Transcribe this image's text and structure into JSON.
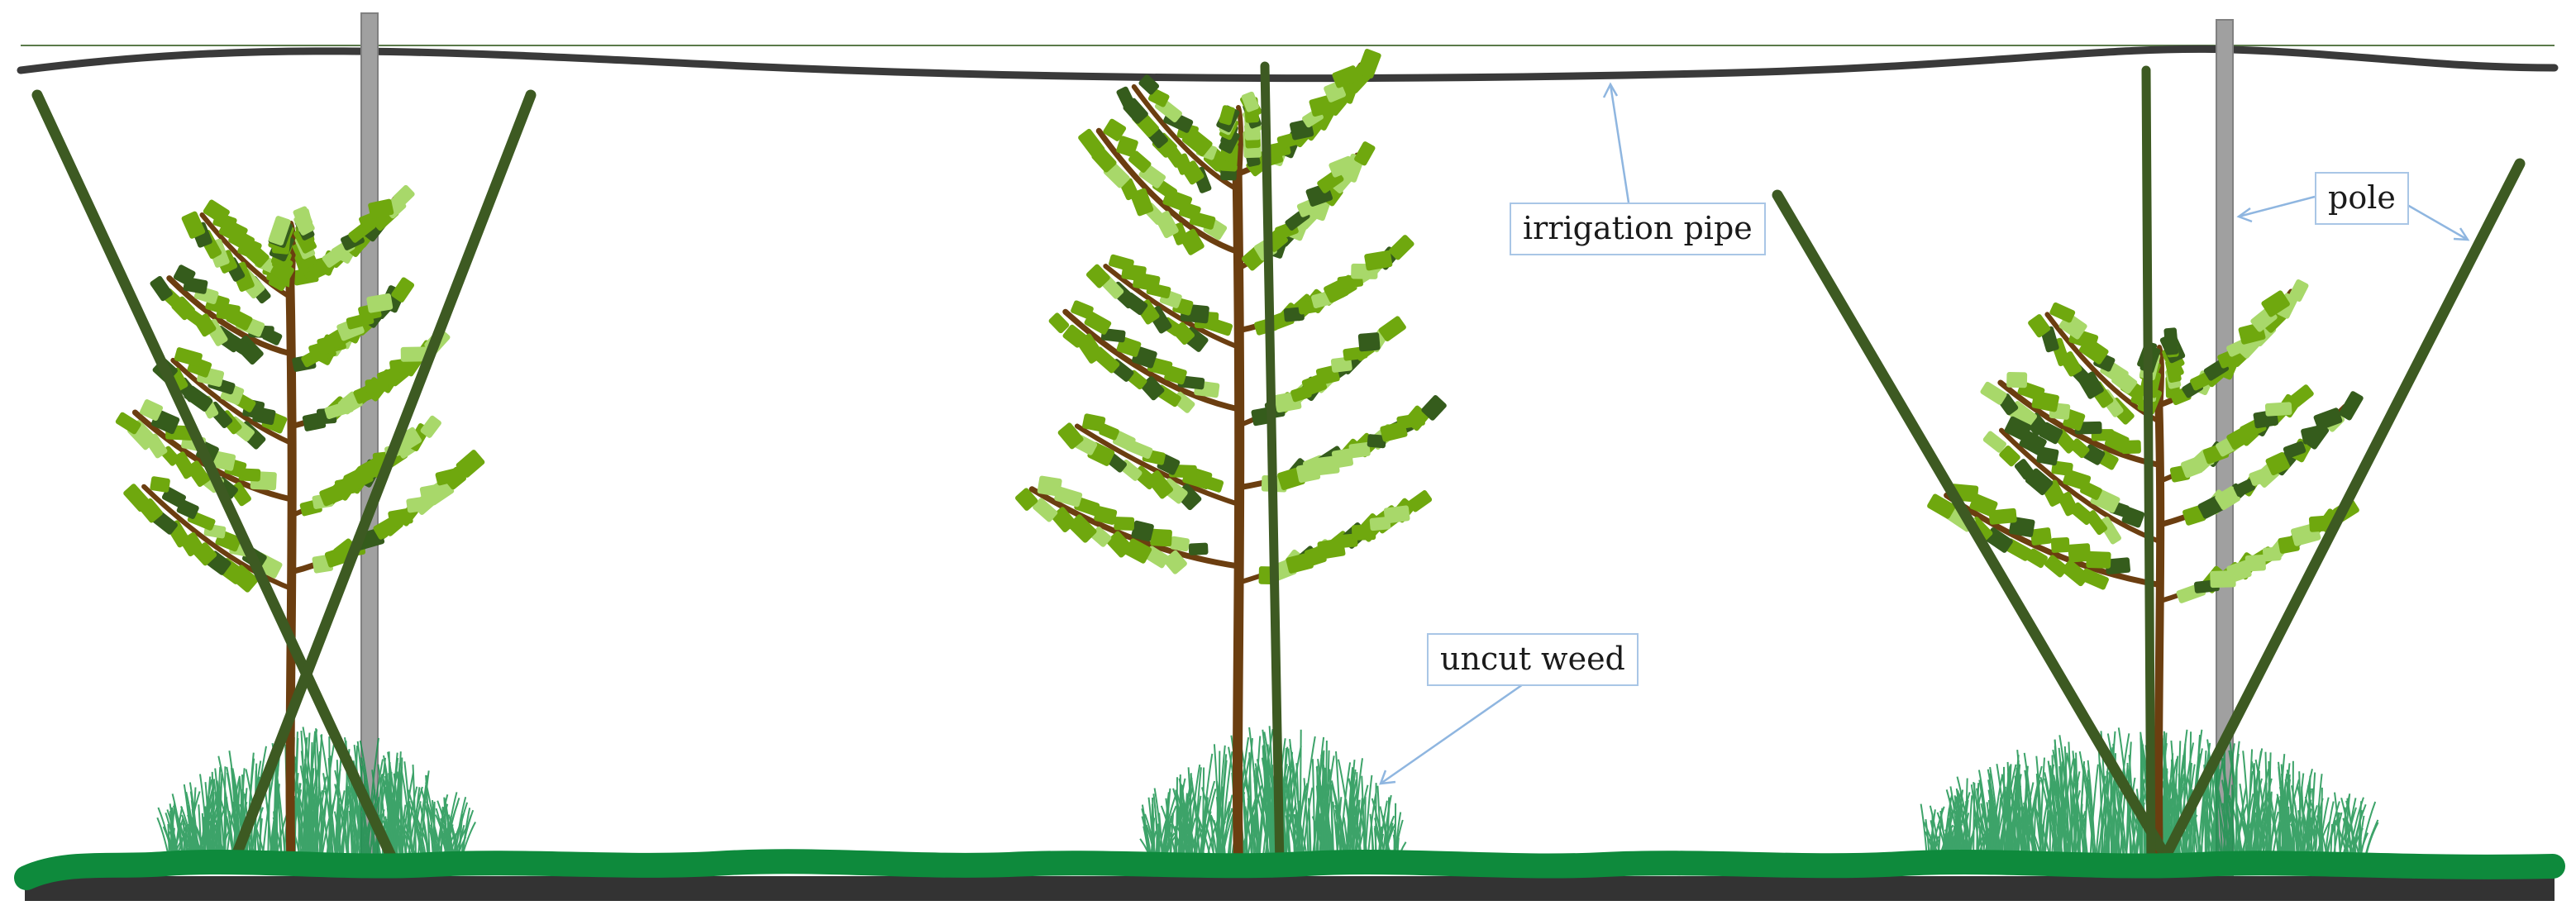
{
  "labels": {
    "irrigation_pipe": "irrigation pipe",
    "uncut_weed": "uncut weed",
    "pole": "pole"
  },
  "colors": {
    "ground_green": "#0e8a3c",
    "soil_dark": "#333333",
    "stake_green": "#3d5a22",
    "pole_gray": "#a0a0a0",
    "pipe": "#3a3a3a",
    "wire": "#5a7a4a",
    "trunk": "#6b3e10",
    "leaf_light": "#6fa80e",
    "leaf_dark": "#355c1c",
    "leaf_pale": "#a8d86a",
    "weed": "#1c9450",
    "callout_border": "#a9c6e6",
    "arrow": "#8fb6e0"
  }
}
